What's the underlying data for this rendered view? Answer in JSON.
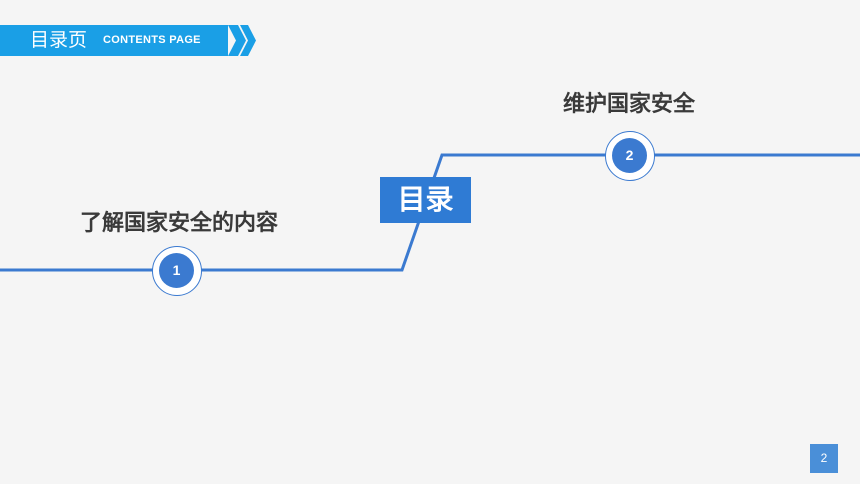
{
  "header": {
    "title_cn": "目录页",
    "title_en": "CONTENTS PAGE"
  },
  "center": {
    "label": "目录"
  },
  "items": [
    {
      "number": "1",
      "text": "了解国家安全的内容"
    },
    {
      "number": "2",
      "text": "维护国家安全"
    }
  ],
  "page_number": "2",
  "colors": {
    "header_blue": "#1a9fe6",
    "accent_blue": "#3b7ad0",
    "background": "#f5f5f5",
    "text": "#3a3a3a"
  }
}
